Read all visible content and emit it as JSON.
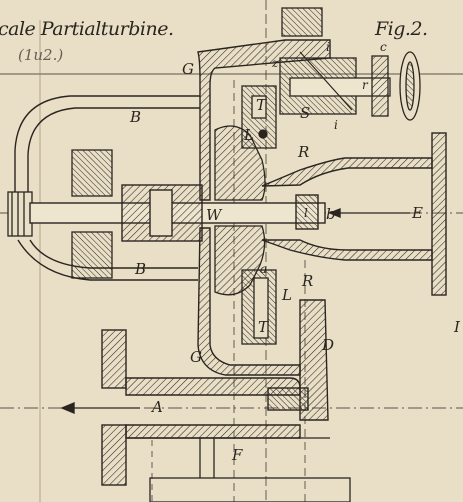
{
  "header": {
    "title": "cale Partialturbine.",
    "figure": "Fig.2.",
    "note": "(1u2.)"
  },
  "labels": {
    "G_top": "G",
    "G_bottom": "G",
    "B_top": "B",
    "B_bottom": "B",
    "T_top": "T",
    "T_bottom": "T",
    "L_top": "L",
    "L_bottom": "L",
    "S": "S",
    "R_top": "R",
    "R_bottom": "R",
    "W": "W",
    "l": "l",
    "b": "b",
    "E": "E",
    "A": "A",
    "F": "F",
    "D": "D",
    "z": "z",
    "i_top": "i",
    "i_mid": "i",
    "c": "c",
    "r": "r",
    "a": "a",
    "edge_I": "I"
  },
  "colors": {
    "paper": "#e9dfc6",
    "ink": "#2b2520",
    "note": "#6a5d55"
  }
}
